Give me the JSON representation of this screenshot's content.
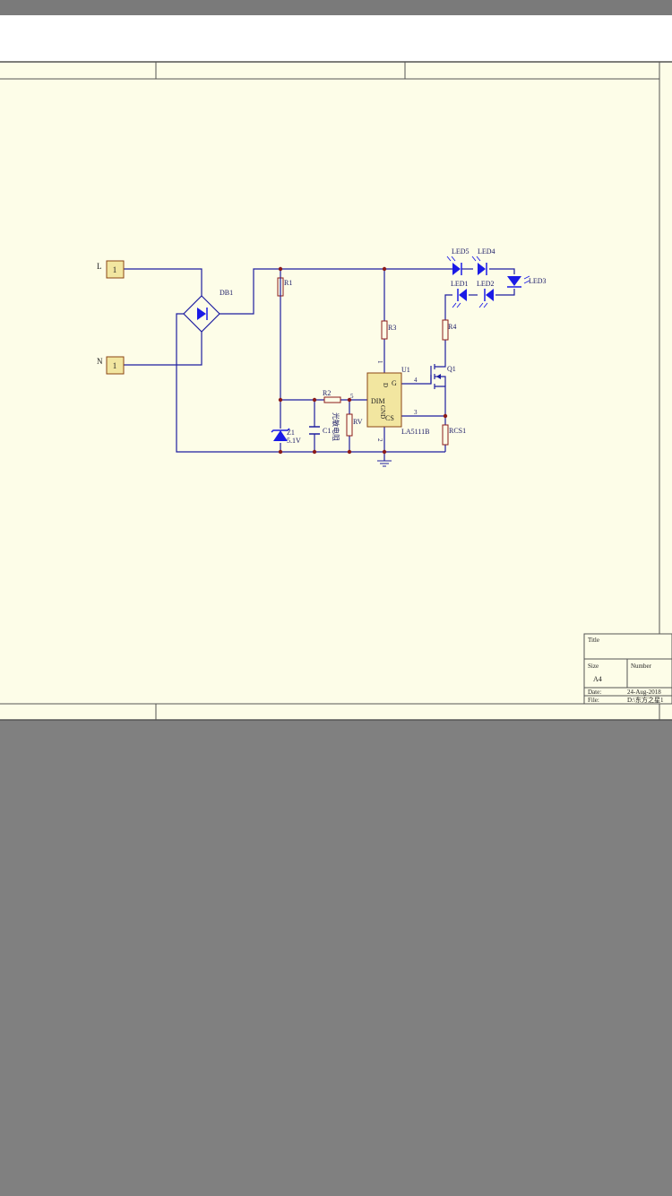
{
  "schematic": {
    "ports": [
      {
        "label": "L",
        "pin": "1"
      },
      {
        "label": "N",
        "pin": "1"
      }
    ],
    "components": {
      "bridge": "DB1",
      "r1": "R1",
      "r2": "R2",
      "r3": "R3",
      "r4": "R4",
      "rcs": "RCS1",
      "rv": "RV",
      "cap": "C1",
      "zener": "Z1",
      "zener_value": "5.1V",
      "photo_resistor": "光敏电阻",
      "mosfet": "Q1",
      "ic_ref": "U1",
      "ic_part": "LA5111B",
      "leds": [
        "LED5",
        "LED4",
        "LED3",
        "LED1",
        "LED2"
      ]
    },
    "ic_pins": {
      "d": "D",
      "g": "G",
      "dim": "DIM",
      "gnd": "GND",
      "cs": "CS",
      "n1": "1",
      "n2": "2",
      "n3": "3",
      "n4": "4",
      "n5": "5"
    }
  },
  "title_block": {
    "title_label": "Title",
    "size_label": "Size",
    "size_value": "A4",
    "number_label": "Number",
    "date_label": "Date:",
    "date_value": "24-Aug-2018",
    "file_label": "File:",
    "file_value": "D:\\东方之星1"
  },
  "colors": {
    "sheet": "#fdfde8",
    "wire": "#1e1ea0",
    "component_fill": "#f2e6a0",
    "junction": "#8b1a1a",
    "led": "#1a1ae6"
  }
}
